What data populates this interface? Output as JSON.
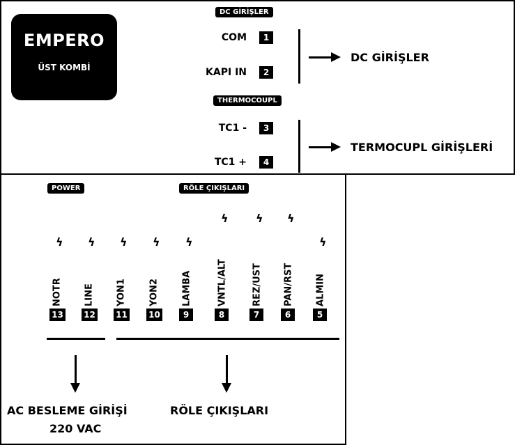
{
  "logo": {
    "brand": "EMPERO",
    "model": "ÜST KOMBİ"
  },
  "dc_section": {
    "tag": "DC GİRİŞLER",
    "pins": [
      {
        "label": "COM",
        "num": "1"
      },
      {
        "label": "KAPI IN",
        "num": "2"
      }
    ],
    "target": "DC GİRİŞLER"
  },
  "tc_section": {
    "tag": "THERMOCOUPL",
    "pins": [
      {
        "label": "TC1 -",
        "num": "3"
      },
      {
        "label": "TC1 +",
        "num": "4"
      }
    ],
    "target": "TERMOCUPL GİRİŞLERİ"
  },
  "power_tag": "POWER",
  "relay_tag": "RÖLE ÇIKIŞLARI",
  "bolt_glyph": "ϟ",
  "terminals": [
    {
      "label": "NOTR",
      "num": "13"
    },
    {
      "label": "LINE",
      "num": "12"
    },
    {
      "label": "YON1",
      "num": "11"
    },
    {
      "label": "YON2",
      "num": "10"
    },
    {
      "label": "LAMBA",
      "num": "9"
    },
    {
      "label": "VNTL/ALT",
      "num": "8"
    },
    {
      "label": "REZ/UST",
      "num": "7"
    },
    {
      "label": "PAN/RST",
      "num": "6"
    },
    {
      "label": "ALMIN",
      "num": "5"
    }
  ],
  "ac_label_1": "AC BESLEME GİRİŞİ",
  "ac_label_2": "220 VAC",
  "relay_label": "RÖLE ÇIKIŞLARI"
}
